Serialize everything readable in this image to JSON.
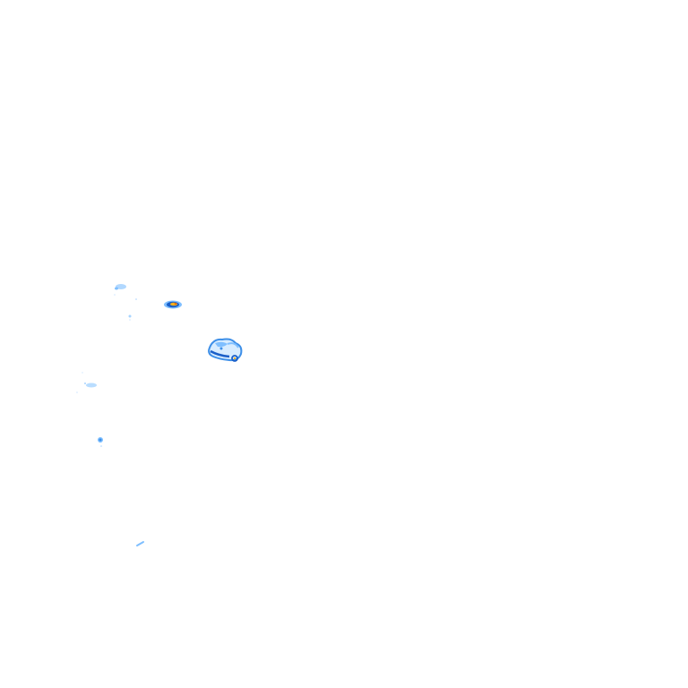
{
  "map": {
    "background_color": "#ffffff",
    "overlay": "precipitation-radar",
    "intensity_colors": {
      "light": "#a8d4ff",
      "light_moderate": "#7fbfff",
      "moderate": "#3d8fe8",
      "heavy": "#1a5fc8",
      "very_heavy": "#f2b01e",
      "extreme": "#e06a12"
    },
    "echoes": [
      {
        "id": "echo-1",
        "intensity": "light"
      },
      {
        "id": "echo-2",
        "intensity": "very_heavy"
      },
      {
        "id": "echo-3",
        "intensity": "heavy"
      },
      {
        "id": "echo-4",
        "intensity": "light"
      },
      {
        "id": "echo-5",
        "intensity": "moderate"
      },
      {
        "id": "echo-6",
        "intensity": "light"
      },
      {
        "id": "echo-7",
        "intensity": "light"
      },
      {
        "id": "echo-8",
        "intensity": "light"
      }
    ]
  }
}
